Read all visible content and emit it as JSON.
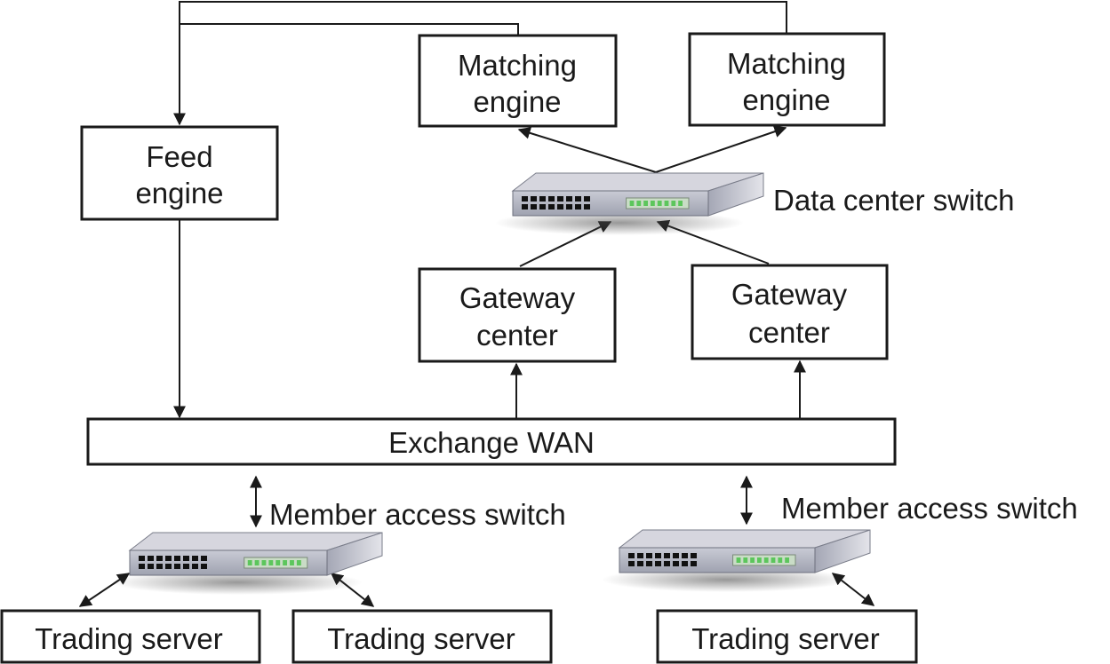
{
  "nodes": {
    "matching_engine_1": {
      "line1": "Matching",
      "line2": "engine"
    },
    "matching_engine_2": {
      "line1": "Matching",
      "line2": "engine"
    },
    "feed_engine": {
      "line1": "Feed",
      "line2": "engine"
    },
    "gateway_center_1": {
      "line1": "Gateway",
      "line2": "center"
    },
    "gateway_center_2": {
      "line1": "Gateway",
      "line2": "center"
    },
    "exchange_wan": {
      "label": "Exchange WAN"
    },
    "trading_server_1": {
      "label": "Trading server"
    },
    "trading_server_2": {
      "label": "Trading server"
    },
    "trading_server_3": {
      "label": "Trading server"
    }
  },
  "switches": {
    "data_center": {
      "label": "Data center switch"
    },
    "member_access_1": {
      "label": "Member access switch"
    },
    "member_access_2": {
      "label": "Member access switch"
    }
  },
  "colors": {
    "stroke": "#1a1a1a",
    "switch_top": "#d6d6de",
    "switch_front": "#b9bcc8",
    "switch_side": "#8d909e",
    "port": "#111111",
    "led_panel": "#c9dcc6",
    "led": "#5cc65c"
  }
}
